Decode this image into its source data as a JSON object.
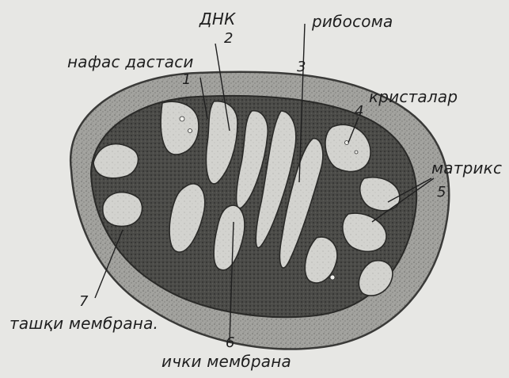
{
  "labels": {
    "dnk": "ДНК",
    "dnk_num": "2",
    "ribosoma": "рибосома",
    "ribosoma_num": "3",
    "nafas_dastasi": "нафас дастаси",
    "nafas_num": "1",
    "kristalar": "кристалар",
    "kristalar_num": "4",
    "matriks": "матрикс",
    "matriks_num": "5",
    "tashki_membrana": "ташқи мембрана.",
    "tashki_num": "7",
    "ichki_membrana": "ички мембрана",
    "ichki_num": "6"
  },
  "colors": {
    "background": "#e7e7e4",
    "outer_membrane": "#9a9a96",
    "inner_dark": "#3d3d3b",
    "cristae_light": "#cfcfcb",
    "ink": "#1f1f1f"
  }
}
